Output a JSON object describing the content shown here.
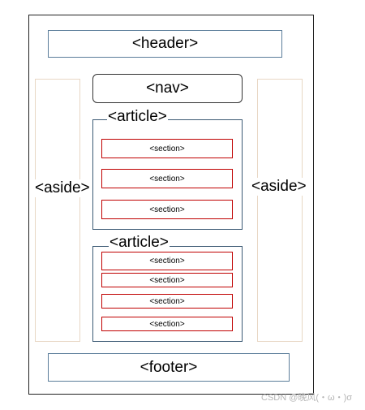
{
  "diagram": {
    "header": "<header>",
    "nav": "<nav>",
    "aside_left": "<aside>",
    "aside_right": "<aside>",
    "footer": "<footer>",
    "articles": [
      {
        "label": "<article>",
        "sections": [
          "<section>",
          "<section>",
          "<section>"
        ]
      },
      {
        "label": "<article>",
        "sections": [
          "<section>",
          "<section>",
          "<section>",
          "<section>"
        ]
      }
    ]
  },
  "watermark": "CSDN @晚风(・ω・)σ",
  "colors": {
    "header_footer_border": "#5b7d9a",
    "section_border": "#c00000",
    "aside_border": "#e8d7c4",
    "article_border": "#3c5a74"
  }
}
